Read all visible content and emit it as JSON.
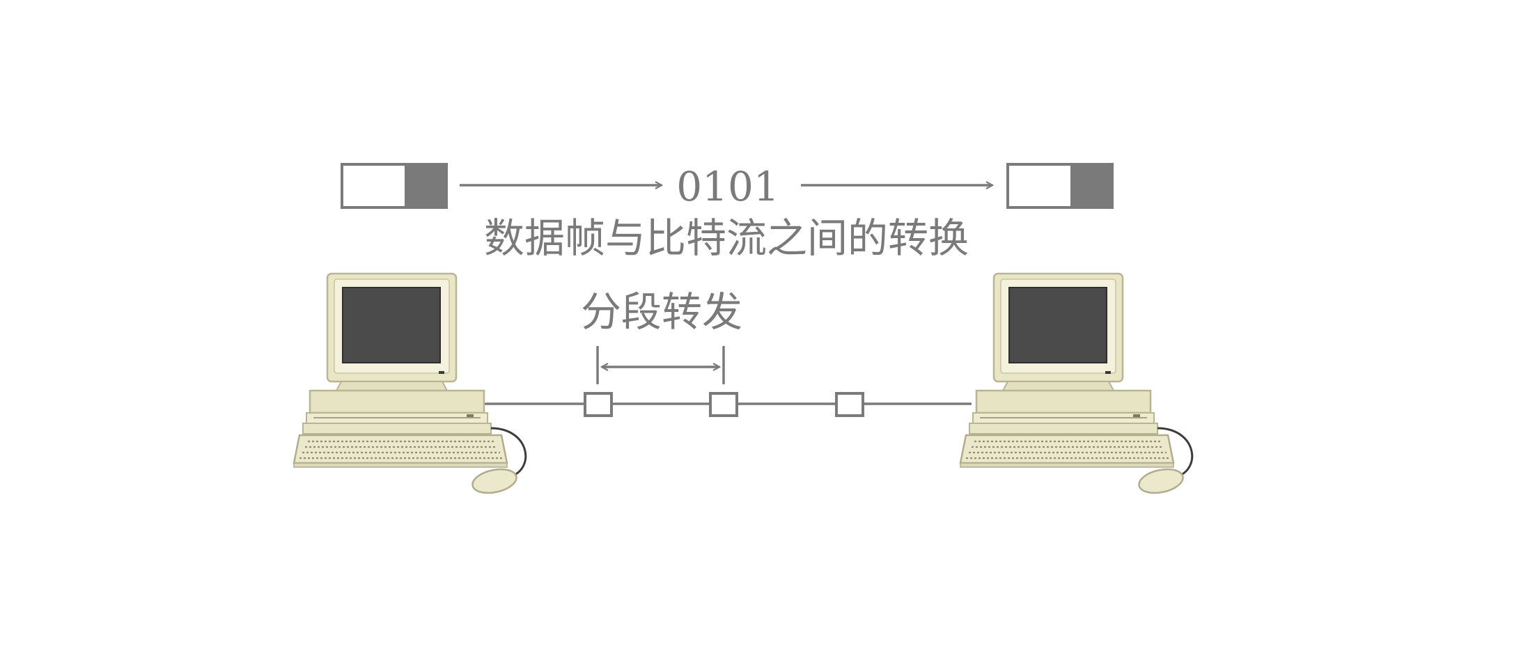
{
  "bits_label": "0101",
  "conversion_caption": "数据帧与比特流之间的转换",
  "segment_caption": "分段转发"
}
